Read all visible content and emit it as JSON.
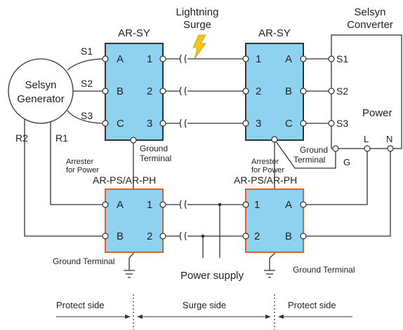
{
  "colors": {
    "box_fill": "#8ed2ef",
    "sy_border": "#333333",
    "ps_border": "#e2602f",
    "bolt": "#f5c518",
    "wire": "#333333"
  },
  "icons": {
    "surge": "lightning-bolt-icon",
    "ground": "ground-symbol-icon"
  },
  "header": {
    "lightning": "Lightning",
    "surge": "Surge"
  },
  "selsyn_generator": {
    "line1": "Selsyn",
    "line2": "Generator"
  },
  "selsyn_converter": {
    "line1": "Selsyn",
    "line2": "Converter",
    "power": "Power"
  },
  "ar_sy_left": {
    "title": "AR-SY",
    "left_terminals": [
      "A",
      "B",
      "C"
    ],
    "right_terminals": [
      "1",
      "2",
      "3"
    ],
    "ground": [
      "Ground",
      "Terminal"
    ]
  },
  "ar_sy_right": {
    "title": "AR-SY",
    "left_terminals": [
      "1",
      "2",
      "3"
    ],
    "right_terminals": [
      "A",
      "B",
      "C"
    ],
    "ground": [
      "Ground",
      "Terminal"
    ]
  },
  "ar_ps_left": {
    "caption1": "Arrester",
    "caption2": "for Power",
    "title": "AR-PS/AR-PH",
    "left_terminals": [
      "A",
      "B"
    ],
    "right_terminals": [
      "1",
      "2"
    ],
    "ground": "Ground Terminal"
  },
  "ar_ps_right": {
    "caption1": "Arrester",
    "caption2": "for Power",
    "title": "AR-PS/AR-PH",
    "left_terminals": [
      "1",
      "2"
    ],
    "right_terminals": [
      "A",
      "B"
    ],
    "ground": "Ground Terminal"
  },
  "wires": {
    "s1": "S1",
    "s2": "S2",
    "s3": "S3",
    "r1": "R1",
    "r2": "R2"
  },
  "converter_terminals": {
    "s1": "S1",
    "s2": "S2",
    "s3": "S3",
    "l": "L",
    "n": "N",
    "g": "G"
  },
  "power_supply": "Power supply",
  "sides": {
    "left": "Protect side",
    "middle": "Surge side",
    "right": "Protect side"
  }
}
